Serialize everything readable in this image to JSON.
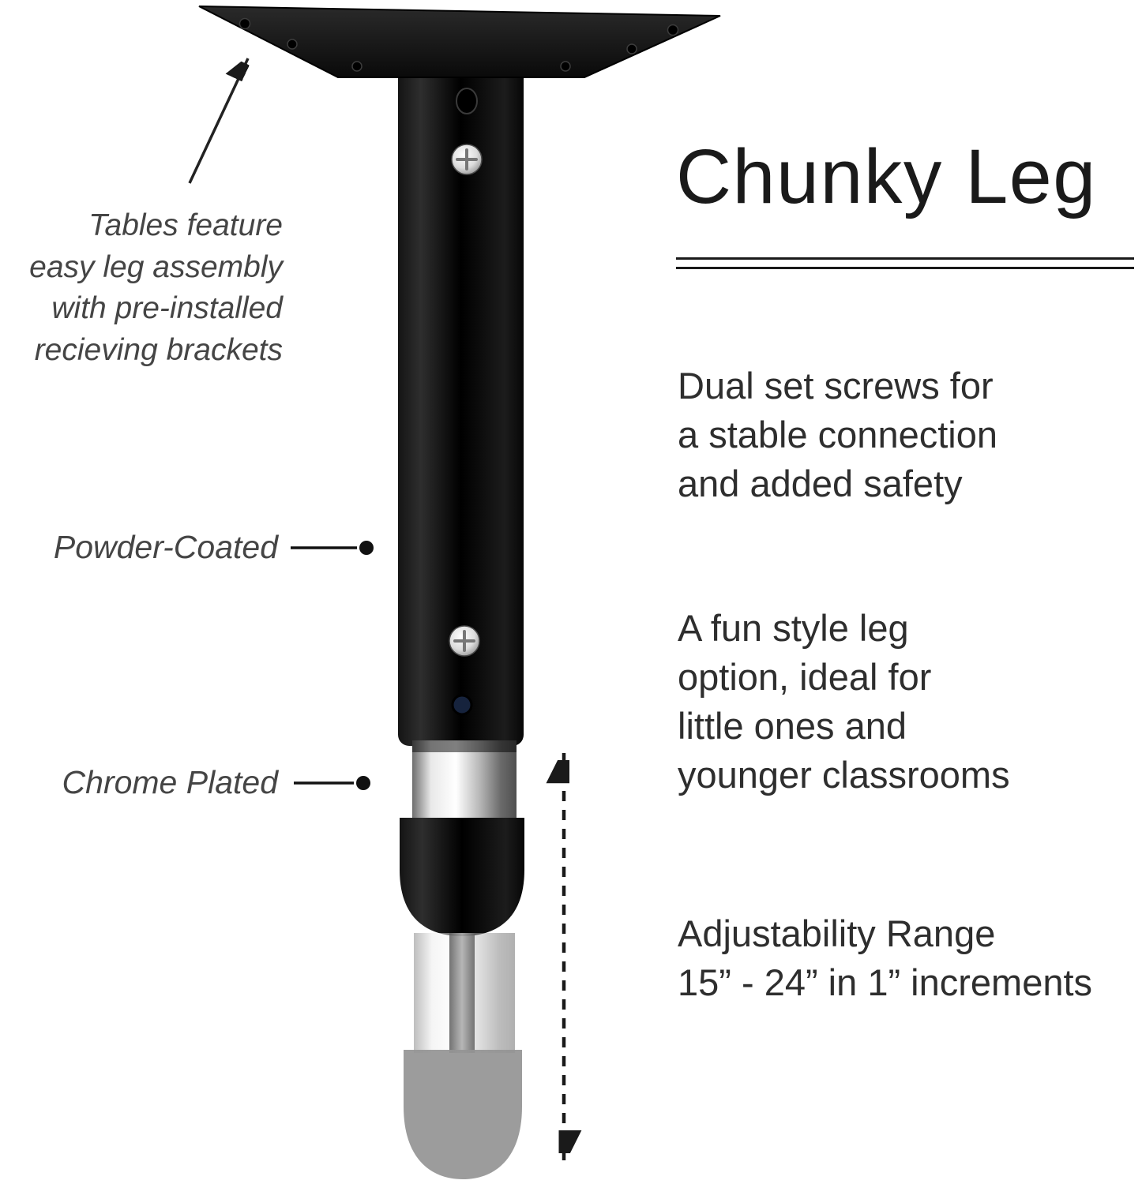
{
  "title": "Chunky Leg",
  "callouts": {
    "assembly": "Tables feature\neasy leg assembly\nwith pre-installed\nrecieving brackets",
    "powder_coated": "Powder-Coated",
    "chrome_plated": "Chrome Plated"
  },
  "features": {
    "dual_screws": "Dual set screws for\na stable connection\nand added safety",
    "fun_style": "A fun style leg\noption, ideal for\nlittle ones and\nyounger classrooms",
    "adjustability": "Adjustability Range\n15” - 24” in 1” increments"
  },
  "colors": {
    "leg_black": "#0d0d0d",
    "chrome_silver": "#d9d9d9",
    "foot_gray": "#949494",
    "text_dark": "#2e2e2e",
    "callout_gray": "#454545",
    "rule_dark": "#1a1a1a"
  }
}
